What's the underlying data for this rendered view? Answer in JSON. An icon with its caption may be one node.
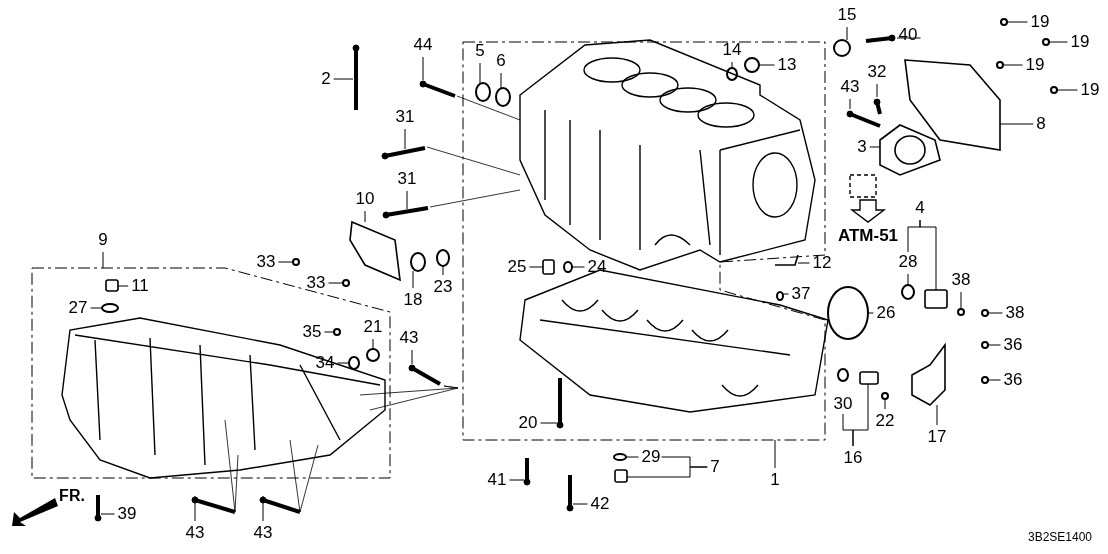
{
  "diagram": {
    "nodes": [
      {
        "text": [
          "44"
        ]
      },
      {
        "text": [
          "2"
        ]
      },
      {
        "text": [
          "5"
        ]
      },
      {
        "text": [
          "6"
        ]
      },
      {
        "text": [
          "14"
        ]
      },
      {
        "text": [
          "13"
        ]
      },
      {
        "text": [
          "15"
        ]
      },
      {
        "text": [
          "40"
        ]
      },
      {
        "text": [
          "19"
        ]
      },
      {
        "text": [
          "19"
        ]
      },
      {
        "text": [
          "19"
        ]
      },
      {
        "text": [
          "19"
        ]
      },
      {
        "text": [
          "32"
        ]
      },
      {
        "text": [
          "43"
        ]
      },
      {
        "text": [
          "31"
        ]
      },
      {
        "text": [
          "8"
        ]
      },
      {
        "text": [
          "3"
        ]
      },
      {
        "text": [
          "31"
        ]
      },
      {
        "text": [
          "10"
        ]
      },
      {
        "text": [
          "4"
        ]
      },
      {
        "text": [
          "9"
        ]
      },
      {
        "text": [
          "33"
        ]
      },
      {
        "text": [
          "25"
        ]
      },
      {
        "text": [
          "24"
        ]
      },
      {
        "text": [
          "12"
        ]
      },
      {
        "text": [
          "28"
        ]
      },
      {
        "text": [
          "38"
        ]
      },
      {
        "text": [
          "33"
        ]
      },
      {
        "text": [
          "11"
        ]
      },
      {
        "text": [
          "23"
        ]
      },
      {
        "text": [
          "37"
        ]
      },
      {
        "text": [
          "18"
        ]
      },
      {
        "text": [
          "27"
        ]
      },
      {
        "text": [
          "26"
        ]
      },
      {
        "text": [
          "38"
        ]
      },
      {
        "text": [
          "21"
        ]
      },
      {
        "text": [
          "35"
        ]
      },
      {
        "text": [
          "43"
        ]
      },
      {
        "text": [
          "36"
        ]
      },
      {
        "text": [
          "34"
        ]
      },
      {
        "text": [
          "36"
        ]
      },
      {
        "text": [
          "30"
        ]
      },
      {
        "text": [
          "22"
        ]
      },
      {
        "text": [
          "20"
        ]
      },
      {
        "text": [
          "17"
        ]
      },
      {
        "text": [
          "29"
        ]
      },
      {
        "text": [
          "16"
        ]
      },
      {
        "text": [
          "7"
        ]
      },
      {
        "text": [
          "41"
        ]
      },
      {
        "text": [
          "1"
        ]
      },
      {
        "text": [
          "42"
        ]
      },
      {
        "text": [
          "39"
        ]
      },
      {
        "text": [
          "43"
        ]
      },
      {
        "text": [
          "43"
        ]
      },
      {
        "text": [],
        "shape": "picture"
      },
      {
        "text": [],
        "shape": "picture"
      },
      {
        "text": [],
        "shape": "circle"
      },
      {
        "text": [],
        "shape": "circle"
      },
      {
        "text": [],
        "shape": "circle"
      },
      {
        "text": [],
        "shape": "circle"
      },
      {
        "text": [],
        "shape": "circle"
      },
      {
        "text": [],
        "shape": "picture"
      },
      {
        "text": [],
        "shape": "circle"
      },
      {
        "text": [],
        "shape": "circle"
      },
      {
        "text": [],
        "shape": "circle"
      },
      {
        "text": [],
        "shape": "circle"
      },
      {
        "text": [],
        "shape": "picture"
      },
      {
        "text": [],
        "shape": "picture"
      },
      {
        "text": [],
        "shape": "picture"
      },
      {
        "text": [],
        "shape": "picture"
      },
      {
        "text": [],
        "shape": "picture"
      },
      {
        "text": [],
        "shape": "picture"
      },
      {
        "text": [],
        "shape": "picture"
      },
      {
        "text": [],
        "shape": "box"
      },
      {
        "text": [],
        "shape": "circle"
      },
      {
        "text": [],
        "shape": "box"
      },
      {
        "text": [],
        "shape": "circle"
      },
      {
        "text": [],
        "shape": "picture"
      },
      {
        "text": [],
        "shape": "circle"
      },
      {
        "text": [],
        "shape": "circle"
      },
      {
        "text": [],
        "shape": "circle"
      },
      {
        "text": [],
        "shape": "box"
      },
      {
        "text": [],
        "shape": "circle"
      },
      {
        "text": [],
        "shape": "circle"
      },
      {
        "text": [],
        "shape": "circle"
      },
      {
        "text": [],
        "shape": "circle"
      },
      {
        "text": [],
        "shape": "circle"
      },
      {
        "text": [],
        "shape": "circle"
      },
      {
        "text": [],
        "shape": "circle"
      },
      {
        "text": [],
        "shape": "circle"
      },
      {
        "text": [],
        "shape": "picture"
      },
      {
        "text": [],
        "shape": "circle"
      },
      {
        "text": [],
        "shape": "circle"
      },
      {
        "text": [],
        "shape": "circle"
      },
      {
        "text": [],
        "shape": "circle"
      },
      {
        "text": [],
        "shape": "picture"
      },
      {
        "text": [],
        "shape": "picture"
      },
      {
        "text": [],
        "shape": "circle"
      },
      {
        "text": [],
        "shape": "box"
      },
      {
        "text": [],
        "shape": "box"
      },
      {
        "text": [],
        "shape": "picture"
      },
      {
        "text": [],
        "shape": "picture"
      },
      {
        "text": [],
        "shape": "picture"
      },
      {
        "text": [],
        "shape": "picture"
      },
      {
        "text": [],
        "shape": "picture"
      }
    ],
    "edges": [
      {
        "from": 0,
        "to": 54,
        "arrow": "none"
      },
      {
        "from": 1,
        "to": 55,
        "arrow": "none"
      },
      {
        "from": 2,
        "to": 56,
        "arrow": "none"
      },
      {
        "from": 3,
        "to": 57,
        "arrow": "none"
      },
      {
        "from": 4,
        "to": 58,
        "arrow": "none"
      },
      {
        "from": 5,
        "to": 59,
        "arrow": "none"
      },
      {
        "from": 6,
        "to": 60,
        "arrow": "none"
      },
      {
        "from": 7,
        "to": 61,
        "arrow": "none"
      },
      {
        "from": 8,
        "to": 62,
        "arrow": "none"
      },
      {
        "from": 9,
        "to": 63,
        "arrow": "none"
      },
      {
        "from": 10,
        "to": 64,
        "arrow": "none"
      },
      {
        "from": 11,
        "to": 65,
        "arrow": "none"
      },
      {
        "from": 12,
        "to": 66,
        "arrow": "none"
      },
      {
        "from": 13,
        "to": 67,
        "arrow": "none"
      },
      {
        "from": 14,
        "to": 68,
        "arrow": "none"
      },
      {
        "from": 15,
        "to": 69,
        "arrow": "none"
      },
      {
        "from": 16,
        "to": 70,
        "arrow": "none"
      },
      {
        "from": 17,
        "to": 71,
        "arrow": "none"
      },
      {
        "from": 18,
        "to": 72,
        "arrow": "none"
      },
      {
        "from": 19,
        "to": 25,
        "arrow": "none"
      },
      {
        "from": 19,
        "to": 73,
        "arrow": "none"
      },
      {
        "from": 20,
        "to": null,
        "arrow": "none"
      },
      {
        "from": 21,
        "to": 74,
        "arrow": "none"
      },
      {
        "from": 22,
        "to": 75,
        "arrow": "none"
      },
      {
        "from": 23,
        "to": 76,
        "arrow": "none"
      },
      {
        "from": 24,
        "to": 77,
        "arrow": "none"
      },
      {
        "from": 25,
        "to": 78,
        "arrow": "none"
      },
      {
        "from": 26,
        "to": 79,
        "arrow": "none"
      },
      {
        "from": 27,
        "to": 80,
        "arrow": "none"
      },
      {
        "from": 28,
        "to": 81,
        "arrow": "none"
      },
      {
        "from": 29,
        "to": 82,
        "arrow": "none"
      },
      {
        "from": 30,
        "to": 83,
        "arrow": "none"
      },
      {
        "from": 31,
        "to": 84,
        "arrow": "none"
      },
      {
        "from": 32,
        "to": 85,
        "arrow": "none"
      },
      {
        "from": 33,
        "to": 86,
        "arrow": "none"
      },
      {
        "from": 34,
        "to": 87,
        "arrow": "none"
      },
      {
        "from": 35,
        "to": 88,
        "arrow": "none"
      },
      {
        "from": 36,
        "to": 89,
        "arrow": "none"
      },
      {
        "from": 37,
        "to": 90,
        "arrow": "none"
      },
      {
        "from": 38,
        "to": 91,
        "arrow": "none"
      },
      {
        "from": 39,
        "to": 92,
        "arrow": "none"
      },
      {
        "from": 40,
        "to": 93,
        "arrow": "none"
      },
      {
        "from": 42,
        "to": 94,
        "arrow": "none"
      },
      {
        "from": 43,
        "to": 95,
        "arrow": "none"
      },
      {
        "from": 44,
        "to": 96,
        "arrow": "none"
      },
      {
        "from": 45,
        "to": 97,
        "arrow": "none"
      },
      {
        "from": 46,
        "to": 41,
        "arrow": "none"
      },
      {
        "from": 46,
        "to": 98,
        "arrow": "none"
      },
      {
        "from": 47,
        "to": 45,
        "arrow": "none"
      },
      {
        "from": 47,
        "to": 99,
        "arrow": "none"
      },
      {
        "from": 48,
        "to": 100,
        "arrow": "none"
      },
      {
        "from": 49,
        "to": null,
        "arrow": "none"
      },
      {
        "from": 50,
        "to": 101,
        "arrow": "none"
      },
      {
        "from": 51,
        "to": 102,
        "arrow": "none"
      },
      {
        "from": 52,
        "to": 103,
        "arrow": "none"
      },
      {
        "from": 53,
        "to": 104,
        "arrow": "none"
      }
    ],
    "labels": [
      "ATM-51",
      "FR.",
      "3B2SE1400"
    ]
  }
}
